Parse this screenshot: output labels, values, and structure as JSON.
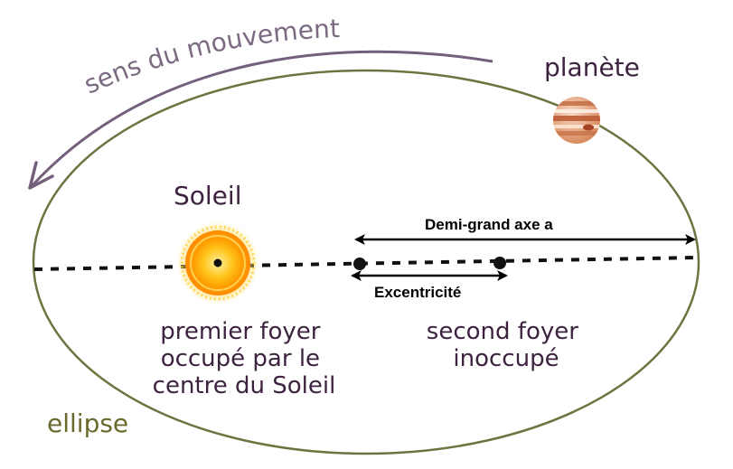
{
  "labels": {
    "movement": "sens du mouvement",
    "planet": "planète",
    "sun": "Soleil",
    "semi_major_axis": "Demi-grand axe a",
    "eccentricity": "Excentricité",
    "first_focus": [
      "premier foyer",
      "occupé par le",
      "centre du Soleil"
    ],
    "second_focus": [
      "second foyer",
      "inoccupé"
    ],
    "ellipse": "ellipse"
  },
  "colors": {
    "ellipse_stroke": "#6e7340",
    "movement_arrow": "#74607c",
    "label_text": "#3d2340",
    "ellipse_label": "#6b6a2e",
    "sun_core": "#ffb400",
    "sun_glow": "#ffd25a",
    "planet_base": "#e8a07a"
  }
}
